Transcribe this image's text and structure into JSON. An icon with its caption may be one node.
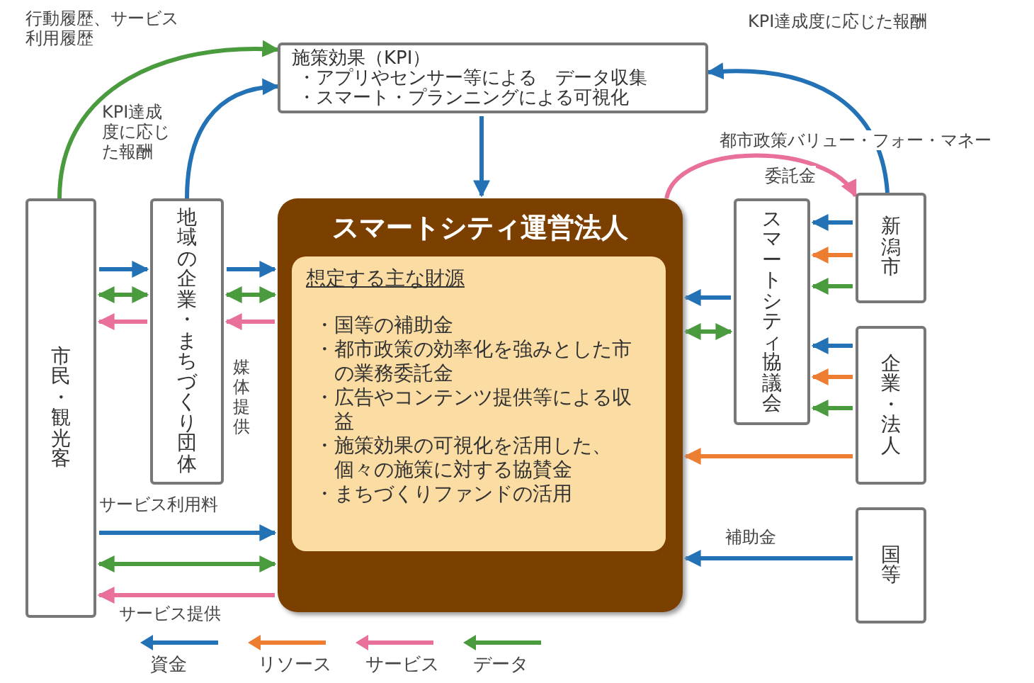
{
  "diagram": {
    "nodes": [
      {
        "text": [
          "施策効果（KPI）",
          "・アプリやセンサー等による　データ収集",
          "・スマート・プランニングによる可視化"
        ]
      },
      {
        "text": [
          "市民・観光客"
        ]
      },
      {
        "text": [
          "地域の企業・まちづくり団体"
        ],
        "beside": [
          "媒体提供"
        ]
      },
      {
        "text": [
          "スマートシティ運営法人"
        ]
      },
      {
        "text": [
          "想定する主な財源",
          "・国等の補助金",
          "・都市政策の効率化を強みとした市の業務委託金",
          "・広告やコンテンツ提供等による収益",
          "・施策効果の可視化を活用した、個々の施策に対する協賛金",
          "・まちづくりファンドの活用"
        ],
        "in": 3
      },
      {
        "text": [
          "スマートシティ協議会"
        ]
      },
      {
        "text": [
          "新潟市"
        ]
      },
      {
        "text": [
          "企業・法人"
        ]
      },
      {
        "text": [
          "国等"
        ]
      }
    ],
    "edges": [
      {
        "from": 1,
        "to": 0,
        "arrow": "to",
        "color": "#4a9a3e",
        "label": "行動履歴、サービス利用履歴"
      },
      {
        "from": 2,
        "to": 0,
        "arrow": "to",
        "label": "KPI達成度に応じた報酬"
      },
      {
        "from": 6,
        "to": 0,
        "arrow": "to",
        "label": "KPI達成度に応じた報酬"
      },
      {
        "from": 0,
        "to": 3,
        "arrow": "to"
      },
      {
        "from": 3,
        "to": 6,
        "arrow": "to",
        "color": "#e8709b",
        "label": "委託金"
      },
      {
        "from": 1,
        "to": 2,
        "arrow": "to"
      },
      {
        "from": 1,
        "to": 2,
        "arrow": "both",
        "color": "#4a9a3e"
      },
      {
        "from": 2,
        "to": 1,
        "arrow": "to",
        "color": "#e8709b"
      },
      {
        "from": 2,
        "to": 3,
        "arrow": "to"
      },
      {
        "from": 2,
        "to": 3,
        "arrow": "both",
        "color": "#4a9a3e"
      },
      {
        "from": 3,
        "to": 2,
        "arrow": "to",
        "color": "#e8709b"
      },
      {
        "from": 1,
        "to": 3,
        "arrow": "to",
        "label": "サービス利用料"
      },
      {
        "from": 1,
        "to": 3,
        "arrow": "both",
        "color": "#4a9a3e"
      },
      {
        "from": 3,
        "to": 1,
        "arrow": "to",
        "color": "#e8709b",
        "label": "サービス提供"
      },
      {
        "from": 6,
        "to": 5,
        "arrow": "to"
      },
      {
        "from": 6,
        "to": 5,
        "arrow": "to",
        "color": "#ed7d31"
      },
      {
        "from": 6,
        "to": 5,
        "arrow": "to",
        "color": "#4a9a3e"
      },
      {
        "from": 7,
        "to": 5,
        "arrow": "to"
      },
      {
        "from": 7,
        "to": 5,
        "arrow": "to",
        "color": "#ed7d31"
      },
      {
        "from": 7,
        "to": 5,
        "arrow": "to",
        "color": "#4a9a3e"
      },
      {
        "from": 5,
        "to": 3,
        "arrow": "to"
      },
      {
        "from": 5,
        "to": 3,
        "arrow": "both",
        "color": "#4a9a3e"
      },
      {
        "from": 7,
        "to": 3,
        "arrow": "to",
        "color": "#ed7d31"
      },
      {
        "from": 8,
        "to": 3,
        "arrow": "to",
        "label": "補助金"
      }
    ],
    "labels": [
      "都市政策バリュー・フォー・マネー"
    ],
    "legend": [
      {
        "text": "資金",
        "color": "#2472b6"
      },
      {
        "text": "リソース",
        "color": "#ed7d31"
      },
      {
        "text": "サービス",
        "color": "#e8709b"
      },
      {
        "text": "データ",
        "color": "#4a9a3e"
      }
    ]
  }
}
